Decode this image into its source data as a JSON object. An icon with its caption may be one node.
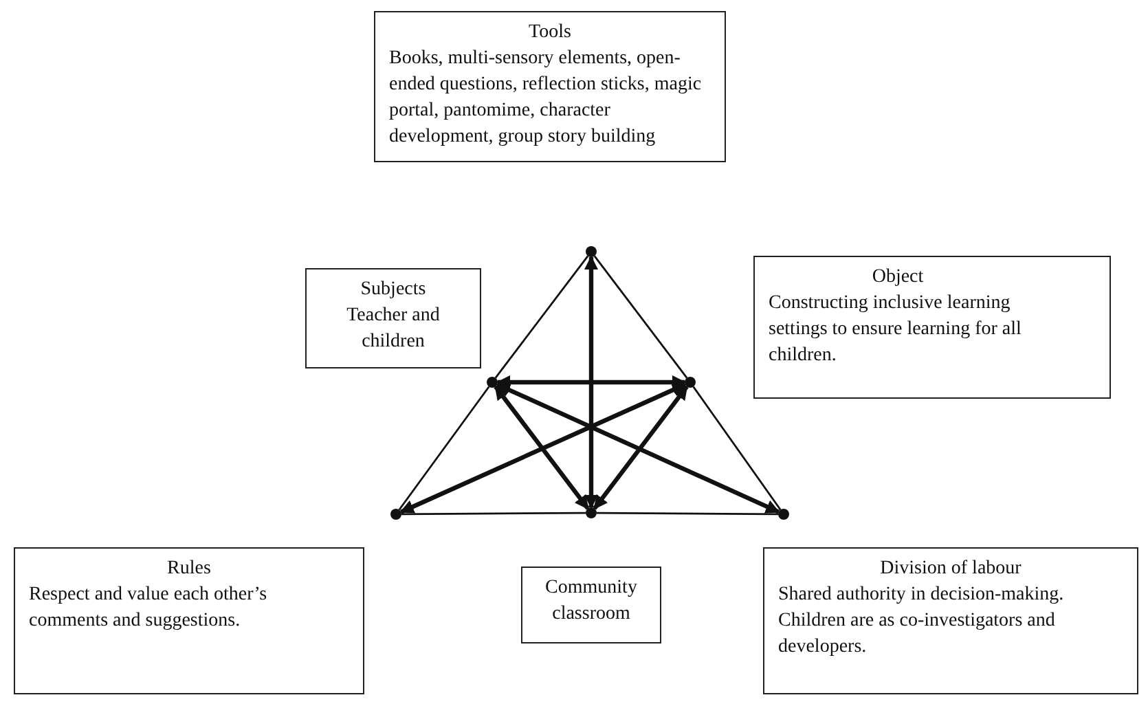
{
  "diagram": {
    "nodes": [
      {
        "text": [
          "Tools",
          "Books, multi-sensory elements, open-ended questions, reflection sticks, magic portal, pantomime, character development, group story building"
        ]
      },
      {
        "text": [],
        "shape": "point"
      },
      {
        "text": [
          "Subjects",
          "Teacher and children"
        ]
      },
      {
        "text": [
          "Object",
          "Constructing inclusive learning settings to ensure learning for all children."
        ]
      },
      {
        "text": [],
        "shape": "point"
      },
      {
        "text": [],
        "shape": "point"
      },
      {
        "text": [],
        "shape": "point"
      },
      {
        "text": [],
        "shape": "point"
      },
      {
        "text": [],
        "shape": "point"
      },
      {
        "text": [
          "Rules",
          "Respect and value each other’s comments and suggestions."
        ]
      },
      {
        "text": [
          "Community",
          "classroom"
        ]
      },
      {
        "text": [
          "Division of labour",
          "Shared authority in decision-making. Children are as co-investigators and developers."
        ]
      }
    ],
    "edges": [
      {
        "from": 1,
        "to": 4,
        "arrow": "none"
      },
      {
        "from": 4,
        "to": 6,
        "arrow": "none"
      },
      {
        "from": 1,
        "to": 5,
        "arrow": "none"
      },
      {
        "from": 5,
        "to": 8,
        "arrow": "none"
      },
      {
        "from": 6,
        "to": 7,
        "arrow": "none"
      },
      {
        "from": 7,
        "to": 8,
        "arrow": "none"
      },
      {
        "from": 7,
        "to": 1,
        "arrow": "both",
        "style": "thick"
      },
      {
        "from": 4,
        "to": 5,
        "arrow": "both",
        "style": "thick"
      },
      {
        "from": 6,
        "to": 5,
        "arrow": "both",
        "style": "thick"
      },
      {
        "from": 8,
        "to": 4,
        "arrow": "both",
        "style": "thick"
      },
      {
        "from": 7,
        "to": 4,
        "arrow": "both",
        "style": "thick"
      },
      {
        "from": 7,
        "to": 5,
        "arrow": "both",
        "style": "thick"
      }
    ]
  }
}
